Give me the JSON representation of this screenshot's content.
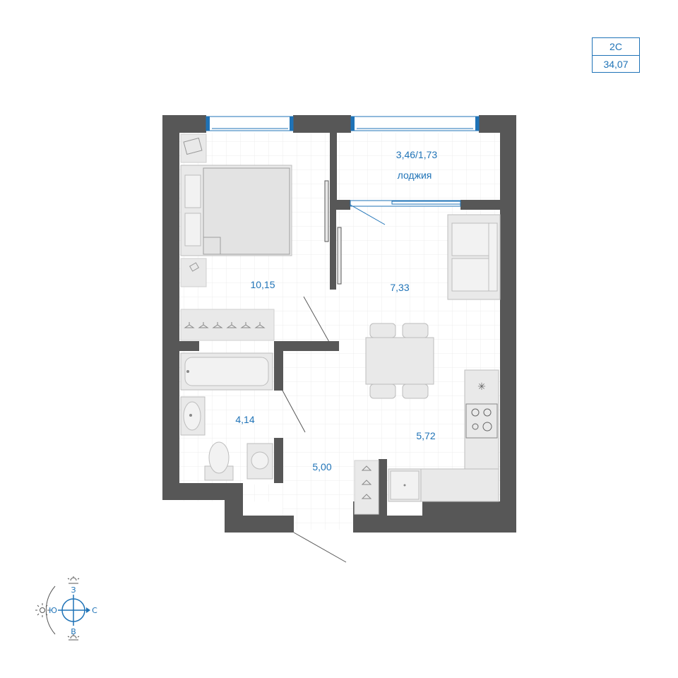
{
  "badge": {
    "apartment_type": "2С",
    "total_area": "34,07"
  },
  "rooms": {
    "bedroom": "10,15",
    "loggia_area": "3,46/1,73",
    "loggia_name": "лоджия",
    "living": "7,33",
    "bathroom": "4,14",
    "hall": "5,00",
    "kitchen": "5,72"
  },
  "compass": {
    "north": "З",
    "south": "В",
    "west": "Ю",
    "east": "С"
  },
  "colors": {
    "wall": "#575757",
    "accent": "#1f73b7",
    "furniture": "#e9e9e9",
    "grid": "#ececec"
  },
  "icons": [
    "bed-icon",
    "armchair-icon",
    "sofa-icon",
    "table-icon",
    "chairs-icon",
    "stove-icon",
    "sink-icon",
    "bathtub-icon",
    "toilet-icon",
    "washing-machine-icon",
    "wardrobe-icon",
    "fridge-icon",
    "compass-icon",
    "sun-icon"
  ]
}
